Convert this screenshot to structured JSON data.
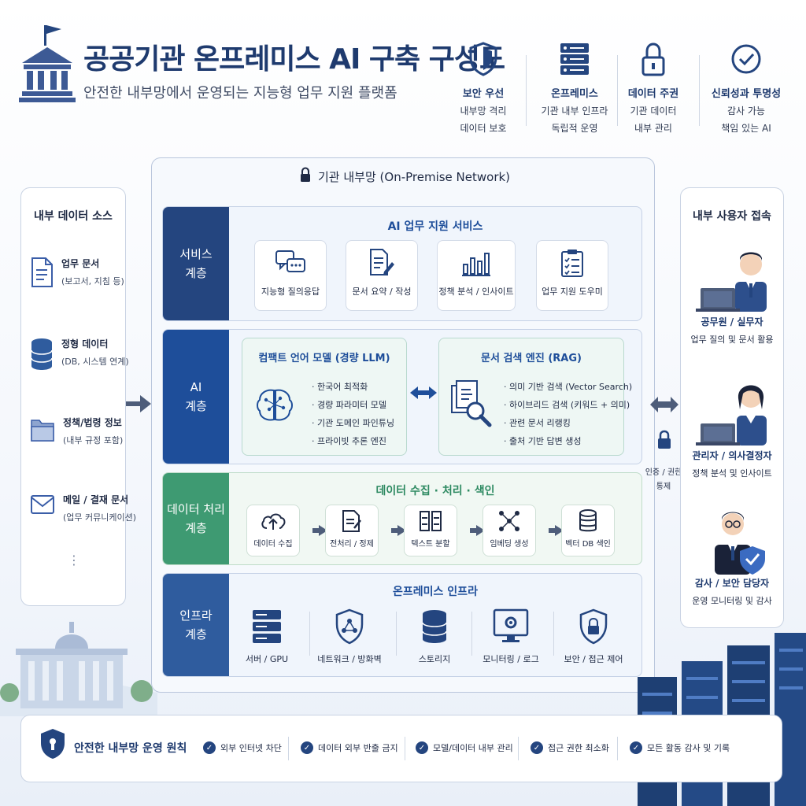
{
  "header": {
    "title": "공공기관 온프레미스 AI 구축 구성도",
    "subtitle": "안전한 내부망에서 운영되는 지능형 업무 지원 플랫폼"
  },
  "principles": [
    {
      "icon": "shield-icon",
      "title": "보안 우선",
      "line1": "내부망 격리",
      "line2": "데이터 보호"
    },
    {
      "icon": "server-rack-icon",
      "title": "온프레미스",
      "line1": "기관 내부 인프라",
      "line2": "독립적 운영"
    },
    {
      "icon": "padlock-icon",
      "title": "데이터 주권",
      "line1": "기관 데이터",
      "line2": "내부 관리"
    },
    {
      "icon": "check-circle-icon",
      "title": "신뢰성과 투명성",
      "line1": "감사 가능",
      "line2": "책임 있는 AI"
    }
  ],
  "sources": {
    "title": "내부 데이터 소스",
    "items": [
      {
        "icon": "document-icon",
        "title": "업무 문서",
        "sub": "(보고서, 지침 등)"
      },
      {
        "icon": "database-icon",
        "title": "정형 데이터",
        "sub": "(DB, 시스템 연계)"
      },
      {
        "icon": "folder-icon",
        "title": "정책/법령 정보",
        "sub": "(내부 규정 포함)"
      },
      {
        "icon": "mail-icon",
        "title": "메일 / 결재 문서",
        "sub": "(업무 커뮤니케이션)"
      }
    ],
    "more": "⋮"
  },
  "network": {
    "title": "기관 내부망 (On-Premise Network)"
  },
  "layers": {
    "service": {
      "label1": "서비스",
      "label2": "계층",
      "title": "AI 업무 지원 서비스",
      "cards": [
        {
          "icon": "chat-bubbles-icon",
          "label": "지능형 질의응답"
        },
        {
          "icon": "document-edit-icon",
          "label": "문서 요약 / 작성"
        },
        {
          "icon": "bar-chart-icon",
          "label": "정책 분석 / 인사이트"
        },
        {
          "icon": "clipboard-checklist-icon",
          "label": "업무 지원 도우미"
        }
      ]
    },
    "ai": {
      "label1": "AI",
      "label2": "계층",
      "llm": {
        "title": "컴팩트 언어 모델 (경량 LLM)",
        "bullets": [
          "· 한국어 최적화",
          "· 경량 파라미터 모델",
          "· 기관 도메인 파인튜닝",
          "· 프라이빗 추론 엔진"
        ]
      },
      "rag": {
        "title": "문서 검색 엔진 (RAG)",
        "bullets": [
          "· 의미 기반 검색 (Vector Search)",
          "· 하이브리드 검색 (키워드 + 의미)",
          "· 관련 문서 리랭킹",
          "· 출처 기반 답변 생성"
        ]
      }
    },
    "data": {
      "label1": "데이터 처리",
      "label2": "계층",
      "title": "데이터 수집 · 처리 · 색인",
      "steps": [
        {
          "icon": "cloud-upload-icon",
          "label": "데이터 수집"
        },
        {
          "icon": "document-clean-icon",
          "label": "전처리 / 정제"
        },
        {
          "icon": "split-grid-icon",
          "label": "텍스트 분할"
        },
        {
          "icon": "network-nodes-icon",
          "label": "임베딩 생성"
        },
        {
          "icon": "database-icon",
          "label": "벡터 DB 색인"
        }
      ]
    },
    "infra": {
      "label1": "인프라",
      "label2": "계층",
      "title": "온프레미스 인프라",
      "items": [
        {
          "icon": "server-icon",
          "label": "서버 / GPU"
        },
        {
          "icon": "network-shield-icon",
          "label": "네트워크 / 방화벽"
        },
        {
          "icon": "storage-icon",
          "label": "스토리지"
        },
        {
          "icon": "monitor-gear-icon",
          "label": "모니터링 / 로그"
        },
        {
          "icon": "security-shield-icon",
          "label": "보안 / 접근 제어"
        }
      ]
    }
  },
  "auth": {
    "line1": "인증 / 권한",
    "line2": "통제"
  },
  "users": {
    "title": "내부 사용자 접속",
    "items": [
      {
        "title": "공무원 / 실무자",
        "sub": "업무 질의 및 문서 활용"
      },
      {
        "title": "관리자 / 의사결정자",
        "sub": "정책 분석 및 인사이트"
      },
      {
        "title": "감사 / 보안 담당자",
        "sub": "운영 모니터링 및 감사"
      }
    ]
  },
  "footer": {
    "title": "안전한 내부망 운영 원칙",
    "items": [
      "외부 인터넷 차단",
      "데이터 외부 반출 금지",
      "모델/데이터 내부 관리",
      "접근 권한 최소화",
      "모든 활동 감사 및 기록"
    ]
  },
  "colors": {
    "navy": "#24457f",
    "ai_blue": "#1e4e9a",
    "data_green": "#3e9a72",
    "infra_blue": "#2f5c9e"
  }
}
